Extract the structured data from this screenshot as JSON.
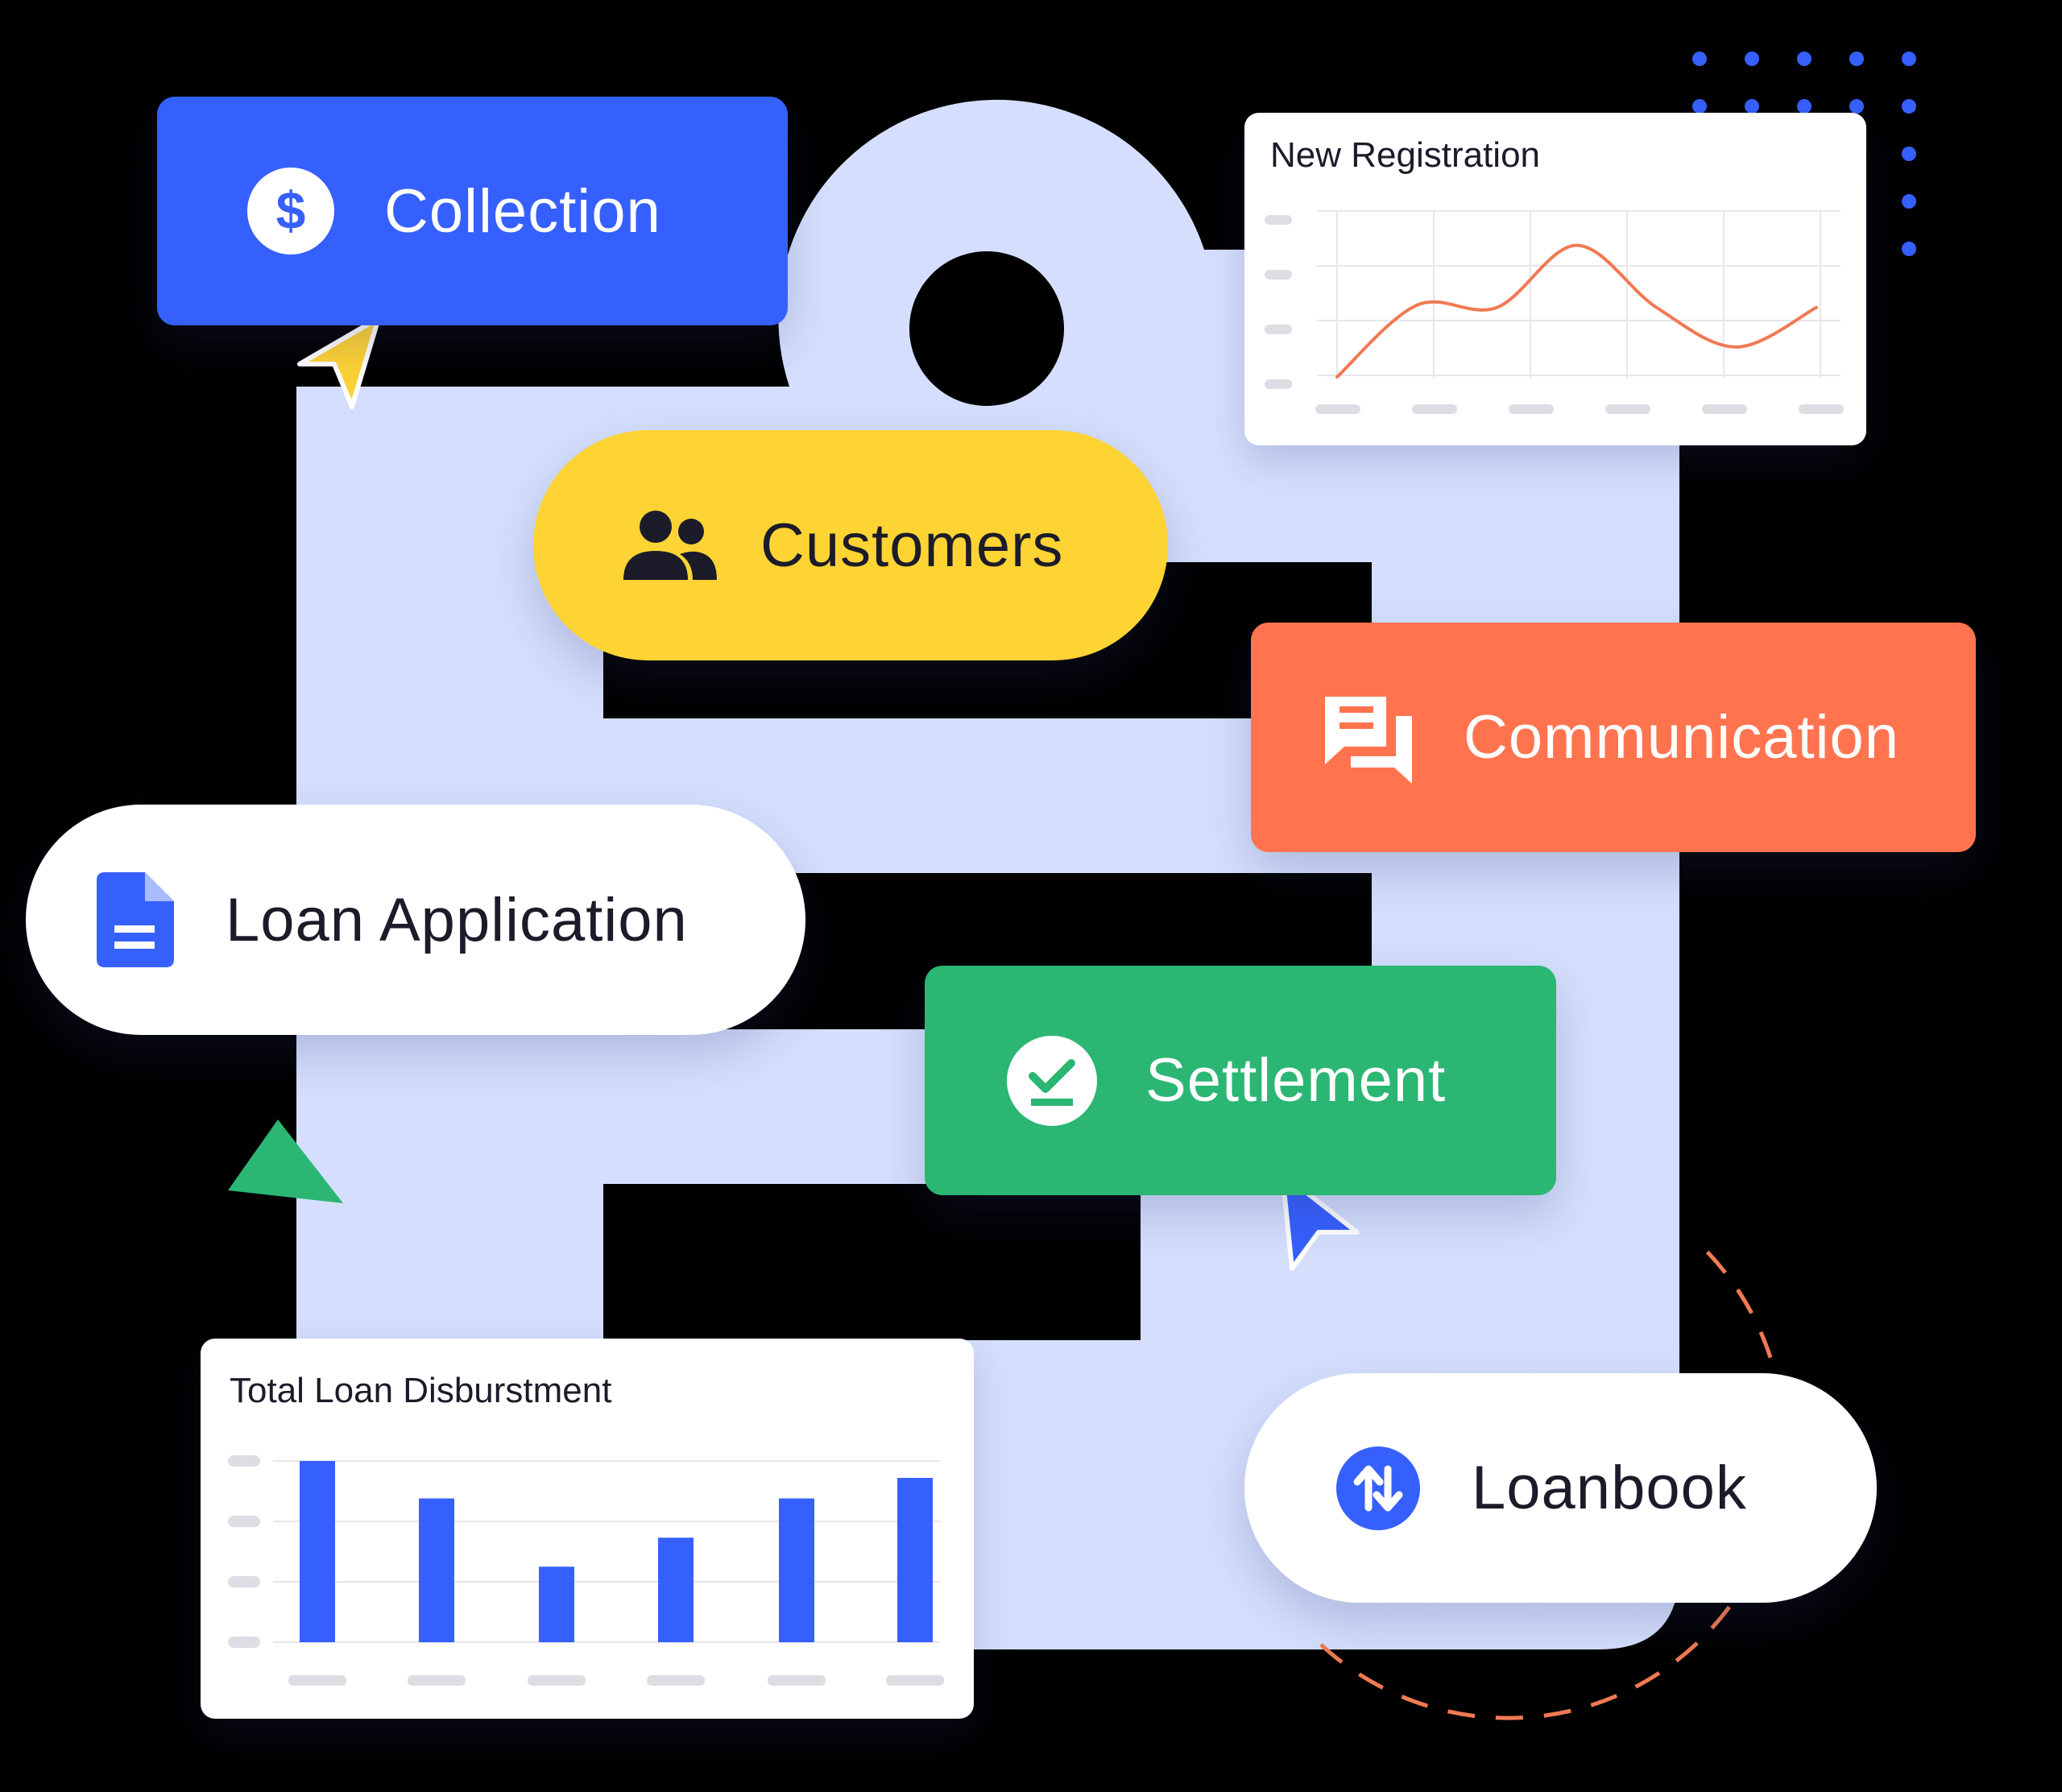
{
  "colors": {
    "background": "#000000",
    "panel": "#D5DFFD",
    "blue": "#3660FE",
    "yellow": "#FED434",
    "orange": "#FF744F",
    "green": "#2BB673",
    "dark_text": "#1B1B2A",
    "line": "#F07A52"
  },
  "tiles": {
    "collection": {
      "label": "Collection",
      "icon": "dollar-icon"
    },
    "customers": {
      "label": "Customers",
      "icon": "users-icon"
    },
    "communication": {
      "label": "Communication",
      "icon": "chat-bubbles-icon"
    },
    "loan_application": {
      "label": "Loan Application",
      "icon": "document-icon"
    },
    "settlement": {
      "label": "Settlement",
      "icon": "check-icon"
    },
    "loanbook": {
      "label": "Loanbook",
      "icon": "swap-arrows-icon"
    }
  },
  "new_registration": {
    "title": "New Registration",
    "chart_data": {
      "type": "line",
      "series": [
        {
          "values": [
            0.0,
            0.6,
            0.58,
            1.1,
            0.58,
            0.25,
            0.58
          ]
        }
      ],
      "ylim": [
        0,
        1.4
      ],
      "grid": true
    }
  },
  "total_loan_disbursement": {
    "title": "Total Loan Disburstment",
    "chart_data": {
      "type": "bar",
      "values": [
        3.0,
        2.38,
        1.25,
        1.73,
        2.38,
        2.72
      ],
      "ylim": [
        0,
        3
      ],
      "grid": true
    }
  },
  "decor": {
    "pointer_yellow": "cursor-arrow-icon",
    "pointer_blue": "cursor-arrow-icon",
    "triangle": "triangle-shape",
    "dots": "dot-grid"
  }
}
